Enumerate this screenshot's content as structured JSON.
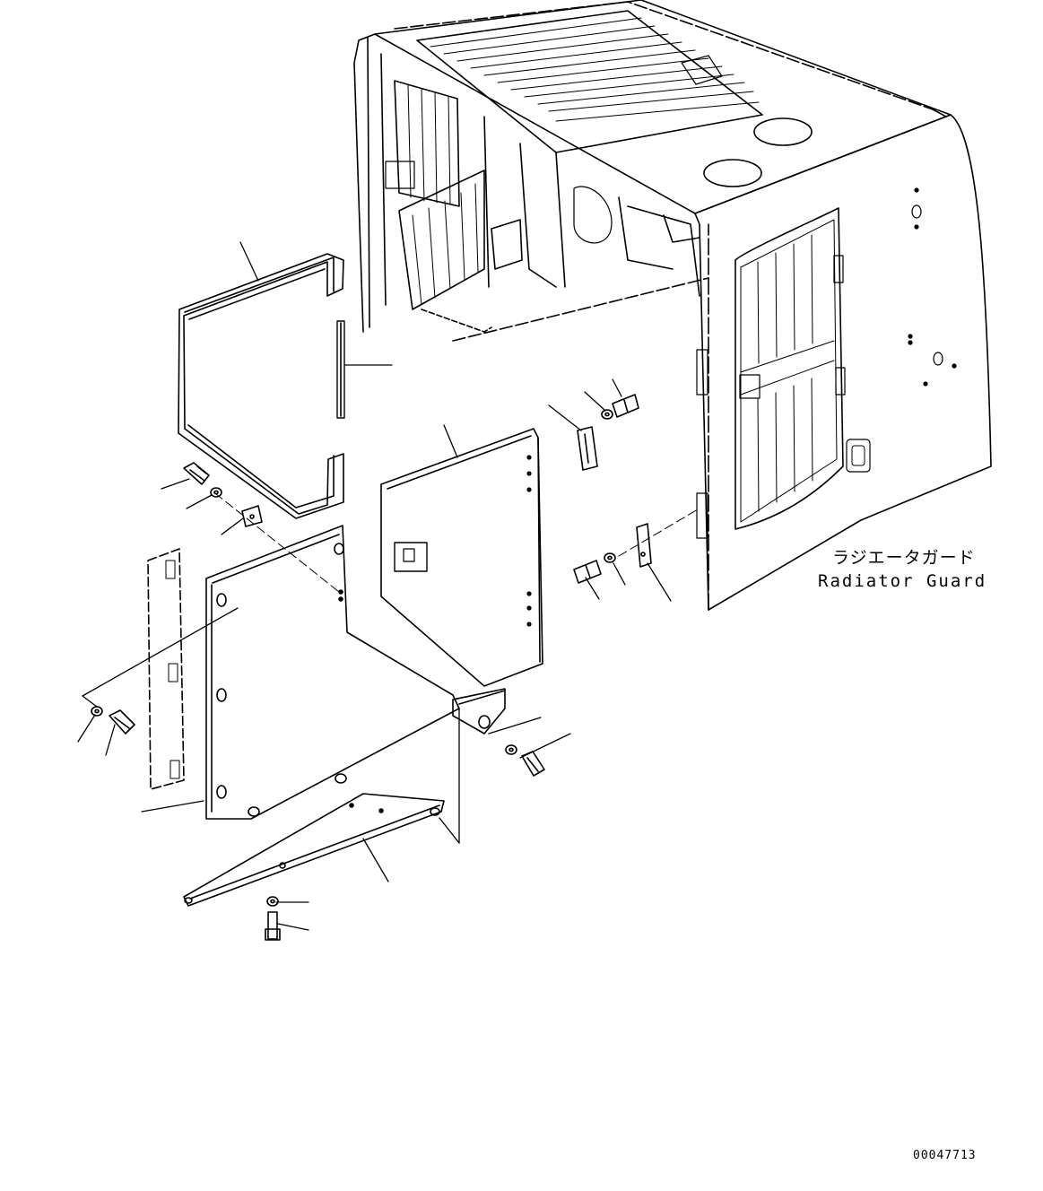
{
  "drawing": {
    "title_jp": "ラジエータガード",
    "title_en": "Radiator Guard",
    "reference_number": "00047713"
  },
  "colors": {
    "line": "#000000",
    "background": "#ffffff"
  }
}
